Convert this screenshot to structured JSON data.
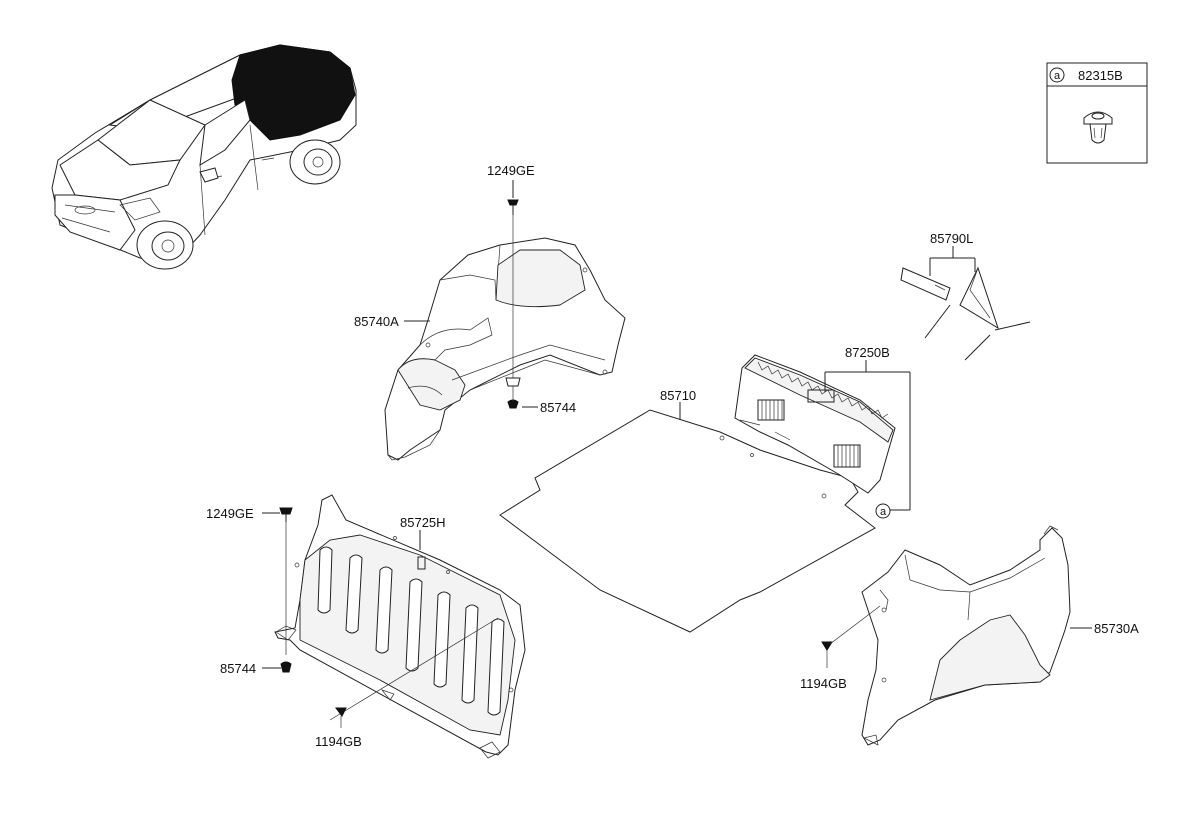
{
  "callouts": {
    "p1249ge_top": "1249GE",
    "p85740a": "85740A",
    "p85744_top": "85744",
    "p85710": "85710",
    "p87250b": "87250B",
    "p85790l": "85790L",
    "p1249ge_left": "1249GE",
    "p85725h": "85725H",
    "p85744_left": "85744",
    "p1194gb_left": "1194GB",
    "p85730a": "85730A",
    "p1194gb_right": "1194GB"
  },
  "detail_box": {
    "marker": "a",
    "part_number": "82315B"
  },
  "ref_marker": "a"
}
